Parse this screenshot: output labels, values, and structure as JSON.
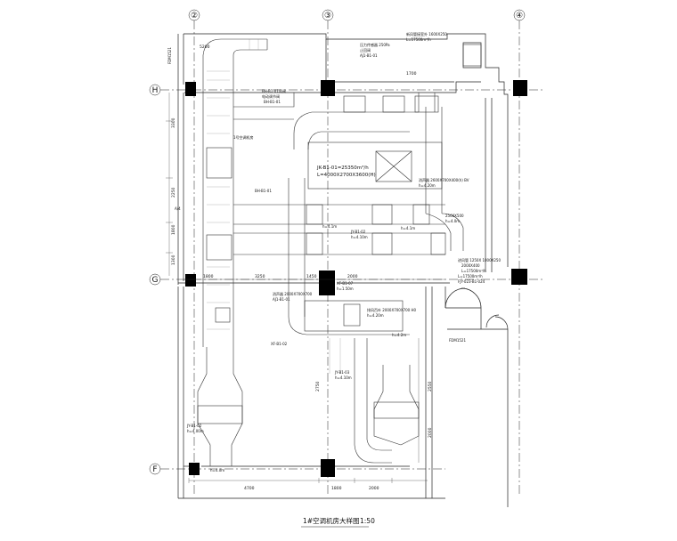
{
  "drawing": {
    "title": "1#空调机房大样图",
    "scale": "1:50",
    "grid_axes": [
      "②",
      "③",
      "④",
      "H",
      "G",
      "F"
    ],
    "dimensions": [
      "5200",
      "1700",
      "3300",
      "2250",
      "1800",
      "1300",
      "1800",
      "3250",
      "1450",
      "2000",
      "2750",
      "2550",
      "2000",
      "4700",
      "1800",
      "2000"
    ],
    "room_labels": [
      "FDM1521",
      "FDM1521"
    ],
    "annotations": {
      "unit_label": "JK-B1-01=25350m³/h",
      "unit_size": "L=4000X2700X3600(H)",
      "unit_code": "BH-B1-01",
      "unit_code_2": "BH-B1-01",
      "fan_label": "JY-B1-02",
      "fan_level": "h=4.10m",
      "fan_label_2": "XF-B1-07",
      "fan_level_2": "h=1.50m",
      "fan_label_3": "XF-B1-02",
      "fan_label_4": "JY-B1-03",
      "fan_level_4": "h=4.10m",
      "fan_label_5": "JY-B1-02",
      "fan_level_5": "h=4.00m",
      "duct_1": "2500X500",
      "duct_2": "h=4.0m",
      "outlet_1": "2000X400",
      "outlet_2": "L=17500m³/h",
      "louver": "排风百叶 2000X700X700 H0",
      "louver_2": "h=4.20m",
      "top_note": "新风管接室外 1600X250",
      "top_note_2": "L=17500m³/h",
      "top_label_2": "压力传感器 250Pa",
      "top_label_3": "止回阀",
      "top_label_4": "AJ1-B1-01",
      "right_note": "进风管 1250X 1000X250",
      "right_note_2": "L=17500m³/h",
      "right_note_3": "FJY-023-B1-024",
      "left_label": "1号空调机房",
      "left_label_2": "A/4",
      "mid_note": "消声器 2600X700X400(h) BV",
      "mid_note_2": "h=4.20m",
      "mid_note_3": "消声器 2000X700X700",
      "mid_note_4": "AJ1-B1-01",
      "left_note": "电动调节阀",
      "left_note_2": "BH-B1-01风阀",
      "elev_1": "h=4.1m",
      "elev_2": "h=4.1m",
      "elev_3": "h=4.2m",
      "elev_4": "h=4.0m"
    }
  }
}
